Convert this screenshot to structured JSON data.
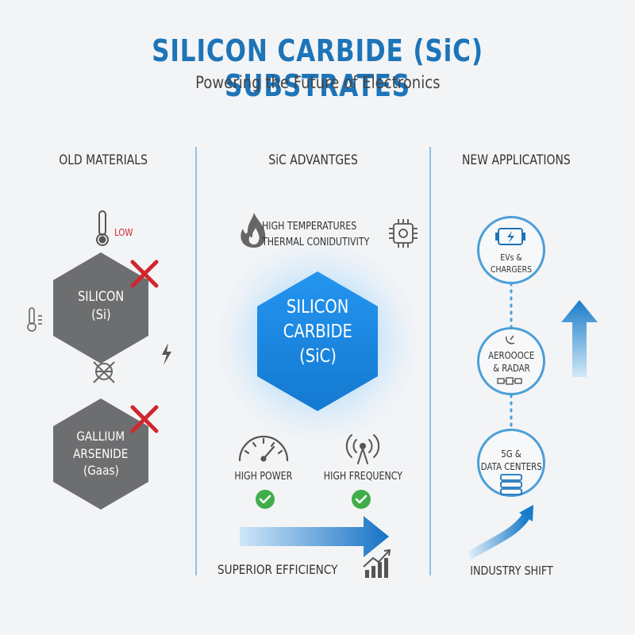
{
  "header": {
    "title": "SILICON CARBIDE (SiC) SUBSTRATES",
    "subtitle": "Powering the Future of Electronics"
  },
  "columns": {
    "old": {
      "heading": "OLD MATERIALS",
      "low_label": "LOW",
      "silicon": {
        "line1": "SILICON",
        "line2": "(Si)"
      },
      "gaas": {
        "line1": "GALLIUM",
        "line2": "ARSENIDE",
        "line3": "(Gaas)"
      }
    },
    "sic": {
      "heading": "SiC ADVANTGES",
      "feature_line1": "HIGH TEMPERATURES",
      "feature_line2": "THERMAL CONIDUTIVITY",
      "hex": {
        "line1": "SILICON",
        "line2": "CARBIDE",
        "line3": "(SiC)"
      },
      "high_power": "HIGH POWER",
      "high_frequency": "HIGH FREQUENCY",
      "efficiency": "SUPERIOR EFFICIENCY"
    },
    "apps": {
      "heading": "NEW APPLICATIONS",
      "items": [
        {
          "line1": "EVs & CHARGERS",
          "line2": ""
        },
        {
          "line1": "AEROOOCE",
          "line2": "& RADAR"
        },
        {
          "line1": "5G &",
          "line2": "DATA CENTERS"
        }
      ],
      "shift": "INDUSTRY SHIFT"
    }
  },
  "colors": {
    "accent": "#1d74b8",
    "hex_gray": "#6d6e70",
    "hex_blue": "#1a8ae6",
    "cross_red": "#d0272d",
    "check_green": "#3fae49",
    "divider": "#8ec3ea"
  }
}
